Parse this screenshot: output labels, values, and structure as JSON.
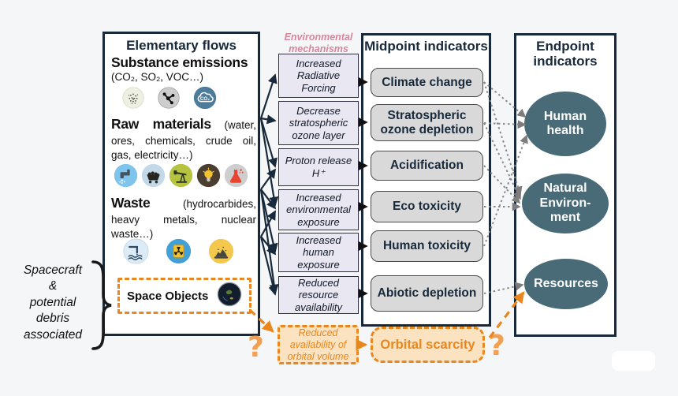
{
  "palette": {
    "background": "#f5f6f7",
    "navy": "#17293a",
    "midpoint_box_gray": "#d9d9d9",
    "mechanism_box_lavender": "#e9e7f1",
    "mechanism_label_pink": "#d6879d",
    "orange": "#e8871e",
    "orange_fill": "#fbe2c1",
    "endpoint_ellipse_teal": "#486b77"
  },
  "elementary_flows": {
    "title": "Elementary flows",
    "substance_emissions": {
      "label": "Substance emissions",
      "detail": "(CO₂, SO₂, VOC…)"
    },
    "raw_materials": {
      "label": "Raw materials",
      "detail": "(water, ores, chemicals, crude oil, gas, electricity…)"
    },
    "waste": {
      "label": "Waste",
      "detail": "(hydrocarbides, heavy metals, nuclear waste…)"
    },
    "space_objects_label": "Space Objects"
  },
  "annotation": "Spacecraft\n&\npotential\ndebris\nassociated",
  "mechanisms": {
    "title": "Environmental mechanisms",
    "items": [
      "Increased Radiative Forcing",
      "Decrease stratospheric ozone layer",
      "Proton release H⁺",
      "Increased environmental exposure",
      "Increased human exposure",
      "Reduced resource availability"
    ],
    "orbital_item": "Reduced availability of orbital volume"
  },
  "midpoint": {
    "title": "Midpoint indicators",
    "items": [
      "Climate change",
      "Stratospheric ozone depletion",
      "Acidification",
      "Eco toxicity",
      "Human toxicity",
      "Abiotic depletion"
    ],
    "orbital_item": "Orbital scarcity"
  },
  "endpoint": {
    "title": "Endpoint indicators",
    "items": [
      "Human health",
      "Natural Environ-ment",
      "Resources"
    ]
  },
  "uncertainty_marks": {
    "left": "?",
    "right": "?"
  },
  "icons": {
    "co2_label": "CO₂",
    "substance_emissions": [
      "particles-icon",
      "molecule-icon",
      "co2-cloud-icon"
    ],
    "raw_materials": [
      "water-tap-icon",
      "coal-cart-icon",
      "oil-pump-icon",
      "light-bulb-icon",
      "chemical-flask-icon"
    ],
    "waste": [
      "discharge-pipe-icon",
      "radioactive-waste-icon",
      "waste-pile-icon"
    ],
    "space_objects": [
      "earth-orbit-icon"
    ]
  }
}
